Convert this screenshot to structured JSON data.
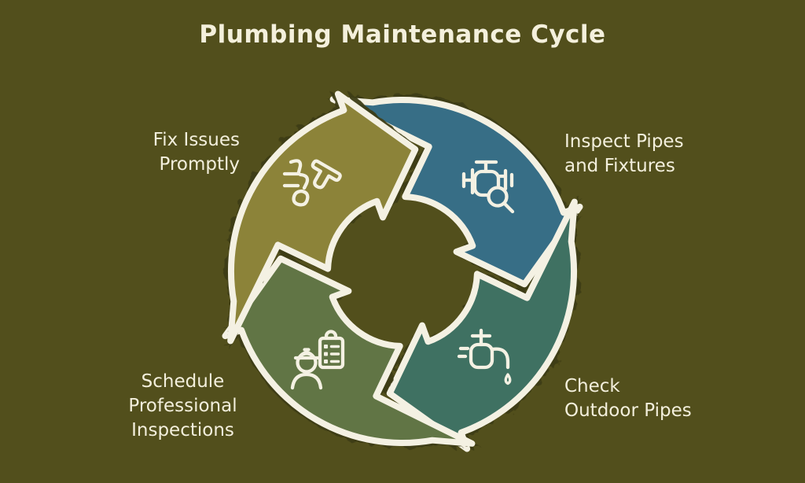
{
  "title": "Plumbing Maintenance Cycle",
  "diagram_type": "circular-cycle-4-steps",
  "colors": {
    "background": "#524f1c",
    "outline": "#f4f1e3",
    "torn_shadow": "#3e3c13",
    "text": "#f3efdc"
  },
  "steps": [
    {
      "name": "inspect-pipes-and-fixtures",
      "label": "Inspect Pipes\nand Fixtures",
      "color": "#376e86",
      "icon": "pipe-valve-magnifier-icon",
      "position": "top-right"
    },
    {
      "name": "check-outdoor-pipes",
      "label": "Check\nOutdoor Pipes",
      "color": "#3f7162",
      "icon": "faucet-drip-icon",
      "position": "bottom-right"
    },
    {
      "name": "schedule-professional-inspections",
      "label": "Schedule\nProfessional\nInspections",
      "color": "#617545",
      "icon": "inspector-clipboard-icon",
      "position": "bottom-left"
    },
    {
      "name": "fix-issues-promptly",
      "label": "Fix Issues\nPromptly",
      "color": "#8c8339",
      "icon": "wrench-hammer-icon",
      "position": "top-left"
    }
  ]
}
